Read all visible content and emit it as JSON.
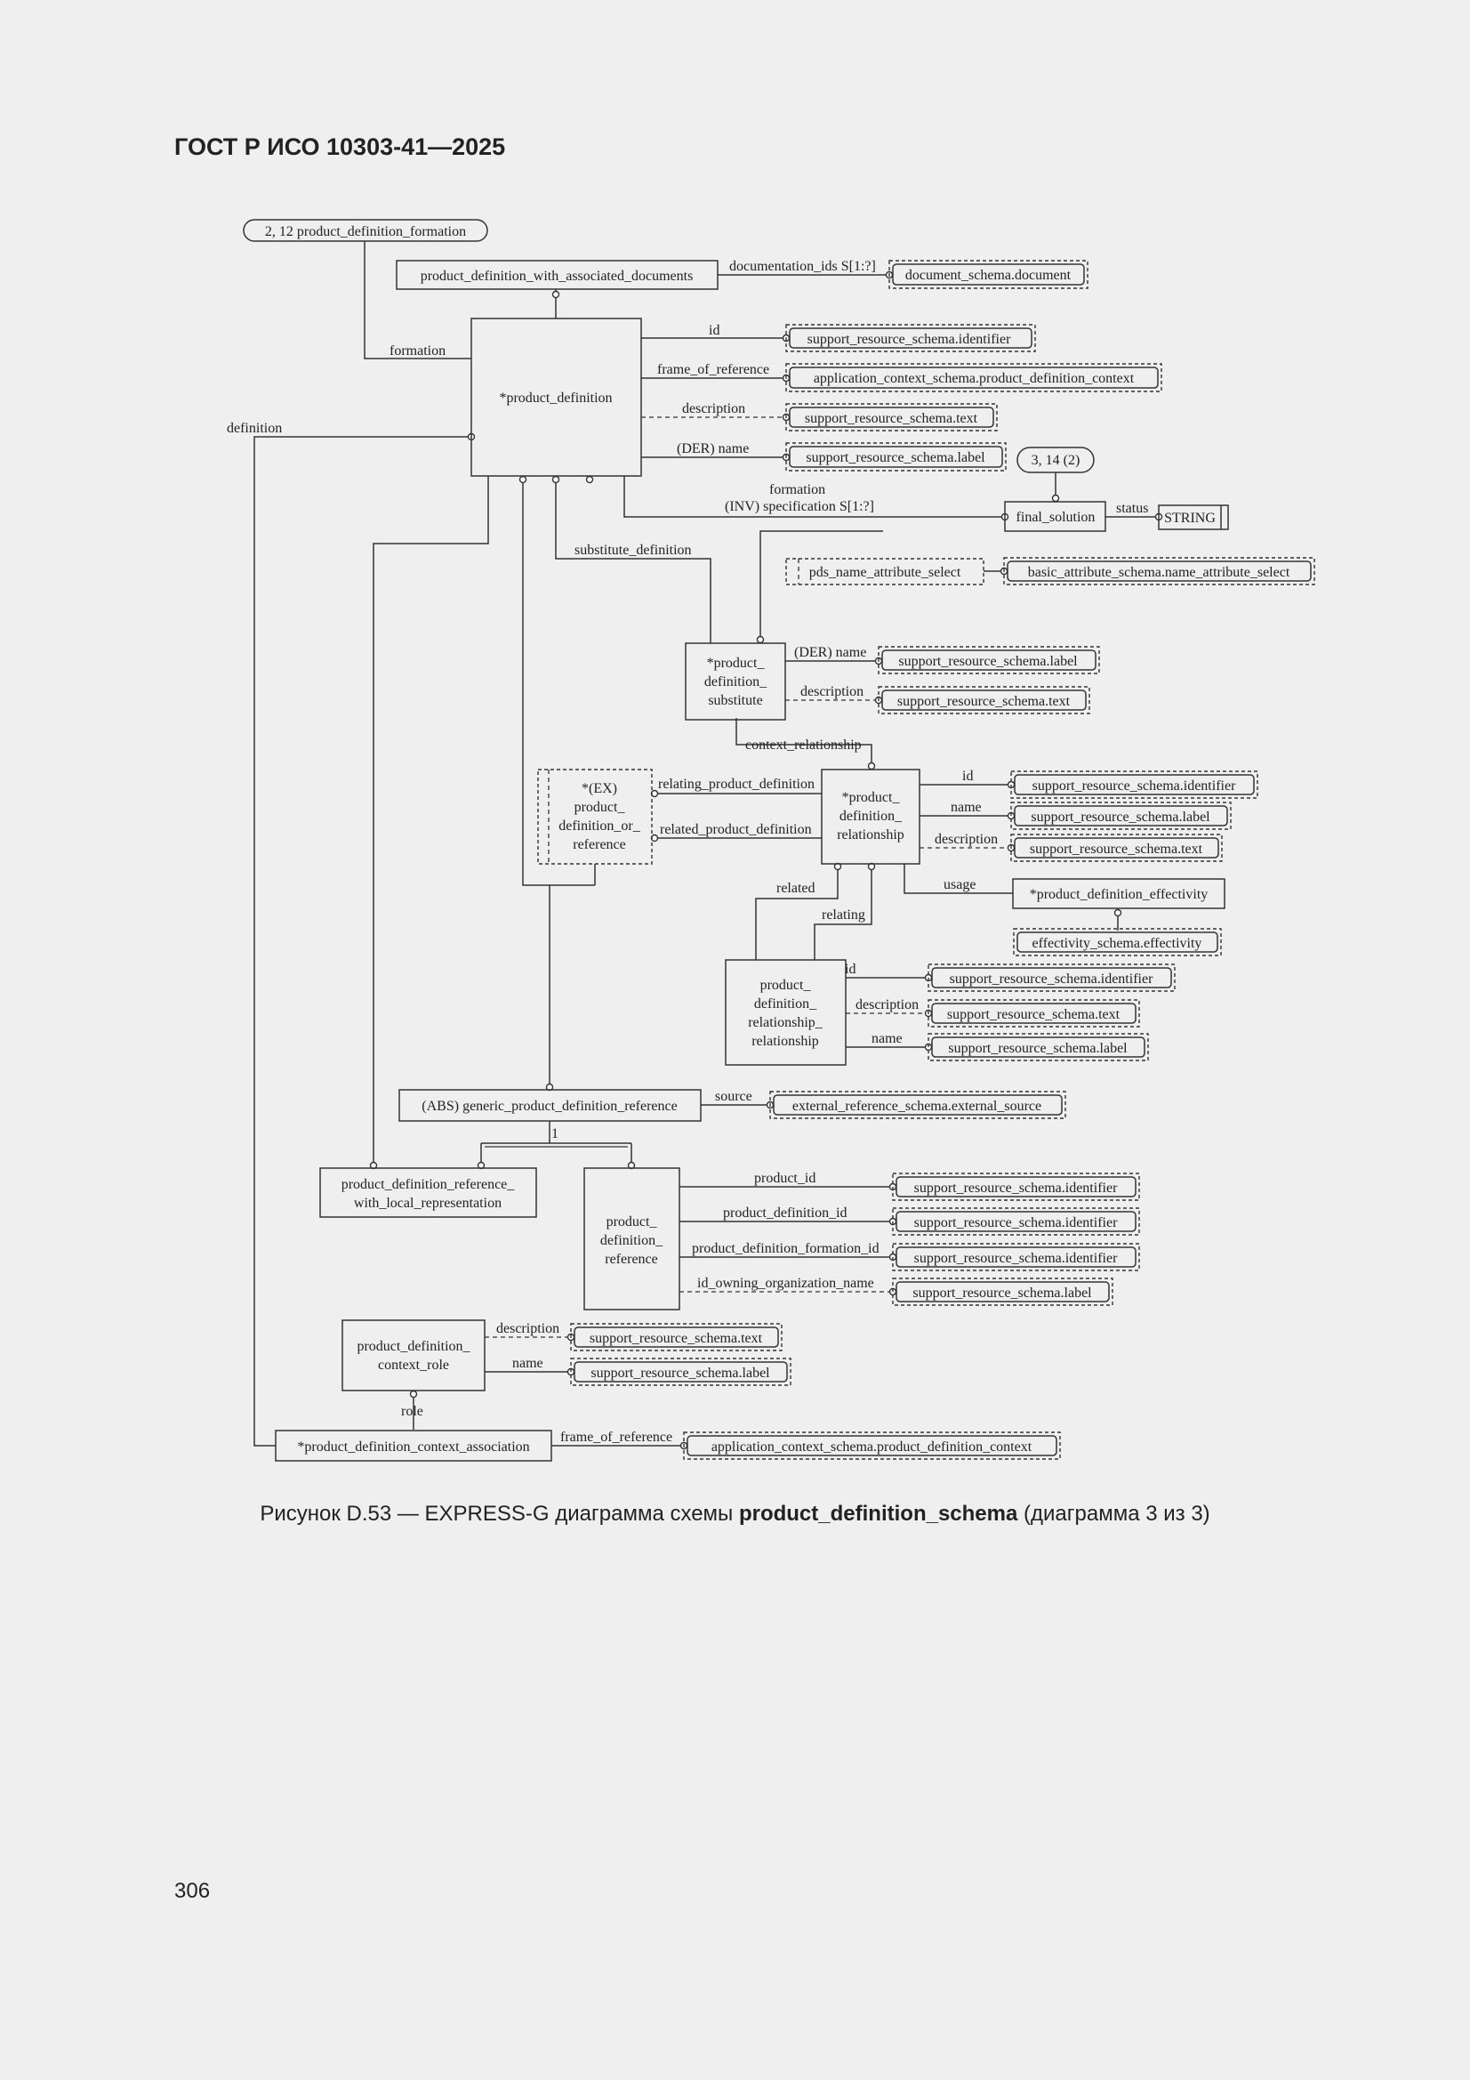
{
  "header": {
    "title": "ГОСТ Р ИСО 10303-41—2025"
  },
  "diagram": {
    "refs": {
      "pdf": "2, 12 product_definition_formation",
      "fs": "3, 14 (2)"
    },
    "entities": {
      "pdwad": "product_definition_with_associated_documents",
      "pd": "*product_definition",
      "final_solution": "final_solution",
      "pds_1": "*product_",
      "pds_2": "definition_",
      "pds_3": "substitute",
      "ex_1": "*(EX)",
      "ex_2": "product_",
      "ex_3": "definition_or_",
      "ex_4": "reference",
      "pdr_1": "*product_",
      "pdr_2": "definition_",
      "pdr_3": "relationship",
      "pde": "*product_definition_effectivity",
      "pdrr_1": "product_",
      "pdrr_2": "definition_",
      "pdrr_3": "relationship_",
      "pdrr_4": "relationship",
      "gpdr": "(ABS) generic_product_definition_reference",
      "pdrwlr_1": "product_definition_reference_",
      "pdrwlr_2": "with_local_representation",
      "pdref_1": "product_",
      "pdref_2": "definition_",
      "pdref_3": "reference",
      "pdcr_1": "product_definition_",
      "pdcr_2": "context_role",
      "pdca": "*product_definition_context_association"
    },
    "types": {
      "doc": "document_schema.document",
      "identifier": "support_resource_schema.identifier",
      "pdc": "application_context_schema.product_definition_context",
      "text": "support_resource_schema.text",
      "label": "support_resource_schema.label",
      "string": "STRING",
      "pds_name": "pds_name_attribute_select",
      "nas": "basic_attribute_schema.name_attribute_select",
      "eff": "effectivity_schema.effectivity",
      "ext_src": "external_reference_schema.external_source"
    },
    "labels": {
      "documentation_ids": "documentation_ids S[1:?]",
      "id": "id",
      "formation": "formation",
      "frame_of_reference": "frame_of_reference",
      "definition": "definition",
      "description": "description",
      "der_name": "(DER) name",
      "inv_spec": "(INV) specification S[1:?]",
      "status": "status",
      "substitute_definition": "substitute_definition",
      "context_relationship": "context_relationship",
      "relating_pd": "relating_product_definition",
      "related_pd": "related_product_definition",
      "name": "name",
      "usage": "usage",
      "related": "related",
      "relating": "relating",
      "source": "source",
      "one": "1",
      "product_id": "product_id",
      "product_definition_id": "product_definition_id",
      "product_definition_formation_id": "product_definition_formation_id",
      "id_owning_organization_name": "id_owning_organization_name",
      "role": "role"
    }
  },
  "caption": {
    "prefix": "Рисунок D.53 — EXPRESS-G диаграмма схемы ",
    "schema": "product_definition_schema",
    "suffix": " (диаграмма 3 из 3)"
  },
  "page_number": "306"
}
